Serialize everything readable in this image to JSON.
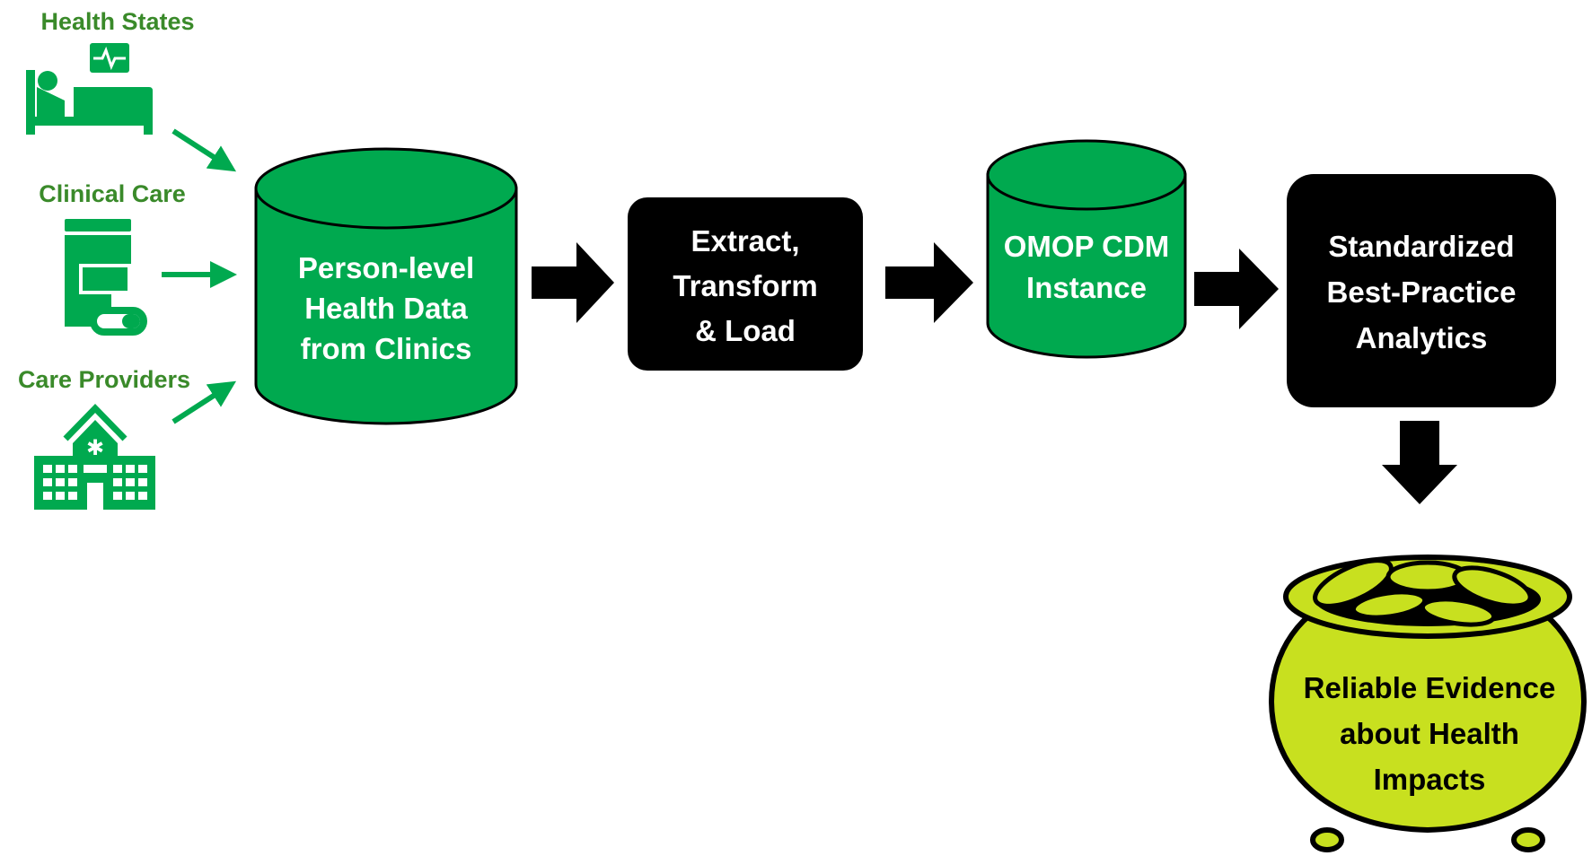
{
  "sources": [
    {
      "label": "Health States",
      "icon": "hospital-bed-icon"
    },
    {
      "label": "Clinical Care",
      "icon": "pill-bottle-icon"
    },
    {
      "label": "Care Providers",
      "icon": "hospital-building-icon"
    }
  ],
  "nodes": {
    "person_data": {
      "lines": [
        "Person-level",
        "Health Data",
        "from Clinics"
      ]
    },
    "etl": {
      "lines": [
        "Extract,",
        "Transform",
        "& Load"
      ]
    },
    "omop": {
      "lines": [
        "OMOP CDM",
        "Instance"
      ]
    },
    "analytics": {
      "lines": [
        "Standardized",
        "Best-Practice",
        "Analytics"
      ]
    },
    "evidence": {
      "lines": [
        "Reliable Evidence",
        "about Health",
        "Impacts"
      ]
    }
  },
  "colors": {
    "green": "#00a94f",
    "label_green": "#3a8a2a",
    "black": "#000000",
    "pot_yellow": "#c8e01f"
  }
}
